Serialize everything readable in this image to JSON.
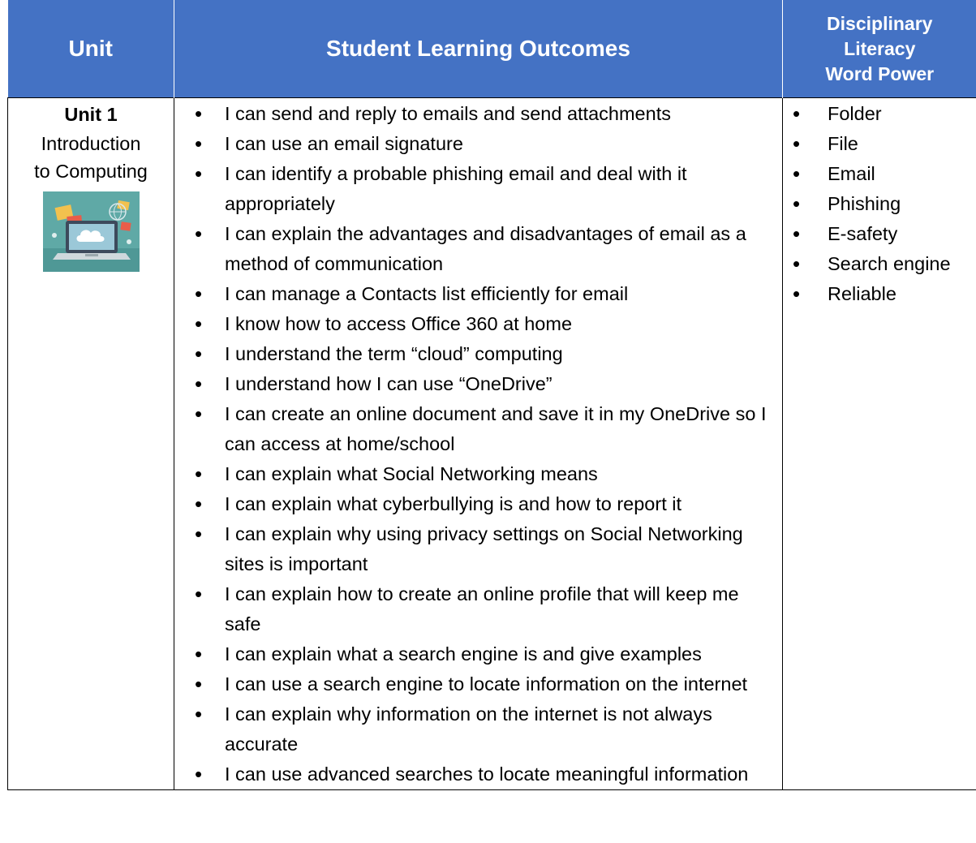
{
  "table": {
    "headers": {
      "unit": "Unit",
      "outcomes": "Student Learning Outcomes",
      "word_power": [
        "Disciplinary",
        "Literacy",
        "Word Power"
      ]
    },
    "colors": {
      "header_bg": "#4472c4",
      "header_text": "#ffffff",
      "border": "#000000"
    },
    "row": {
      "unit_name": "Unit 1",
      "unit_desc": [
        "Introduction",
        "to Computing"
      ],
      "image_icon": "laptop-cloud-icon",
      "outcomes": [
        "I can send and reply to emails and send attachments",
        "I can use an email signature",
        "I can identify a probable phishing email and deal with it appropriately",
        "I can explain the advantages and disadvantages of email as a method of communication",
        "I can manage a Contacts list efficiently for email",
        "I know how to access Office 360 at home",
        "I understand the term “cloud” computing",
        "I understand how I can use “OneDrive”",
        "I can create an online document and save it in my OneDrive so I can access at home/school",
        "I can explain what Social Networking means",
        "I can explain what cyberbullying is and how to report it",
        "I can explain why using privacy settings on Social Networking sites is important",
        "I can explain how to create an online profile that will keep me safe",
        "I can explain what a search engine is and give examples",
        "I can use a search engine to locate information on the internet",
        "I can explain why information on the internet is not always accurate",
        "I can use advanced searches to locate meaningful information"
      ],
      "word_power": [
        "Folder",
        "File",
        "Email",
        "Phishing",
        "E-safety",
        "Search engine",
        "Reliable"
      ]
    }
  }
}
